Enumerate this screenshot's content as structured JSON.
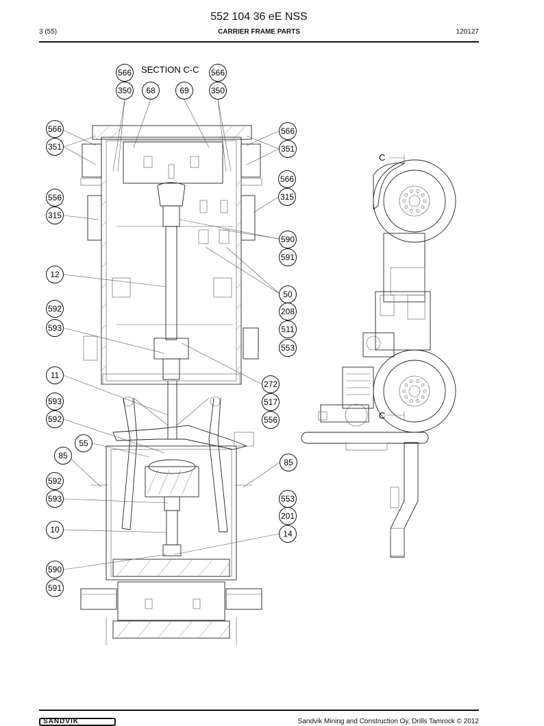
{
  "header": {
    "doc_number": "552 104 36 eE NSS",
    "page": "3 (55)",
    "title": "CARRIER FRAME PARTS",
    "code": "120127"
  },
  "section_label": "SECTION C-C",
  "view_marker_top": "C",
  "view_marker_bottom": "C",
  "callouts": [
    "566",
    "350",
    "68",
    "69",
    "350",
    "566",
    "566",
    "351",
    "566",
    "351",
    "566",
    "315",
    "556",
    "315",
    "590",
    "591",
    "12",
    "50",
    "208",
    "592",
    "593",
    "511",
    "553",
    "11",
    "272",
    "593",
    "517",
    "592",
    "556",
    "55",
    "85",
    "85",
    "592",
    "593",
    "553",
    "201",
    "10",
    "14",
    "590",
    "591"
  ],
  "footer": {
    "logo": "SANDVIK",
    "copyright": "Sandvik Mining and Construction Oy, Drills Tamrock © 2012"
  }
}
